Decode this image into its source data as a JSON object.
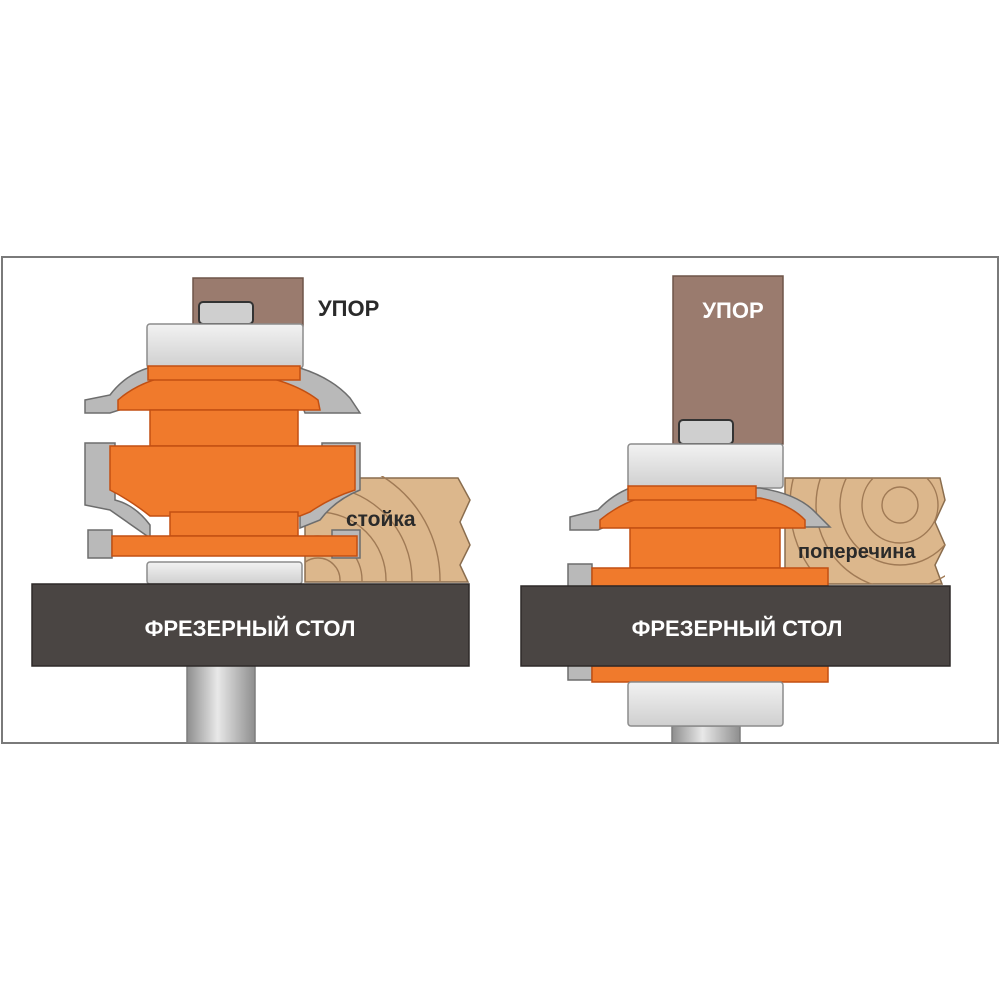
{
  "left_panel": {
    "fence_label": "УПОР",
    "workpiece_label": "стойка",
    "table_label": "ФРЕЗЕРНЫЙ СТОЛ"
  },
  "right_panel": {
    "fence_label": "УПОР",
    "workpiece_label": "поперечина",
    "table_label": "ФРЕЗЕРНЫЙ СТОЛ"
  },
  "colors": {
    "cutter": "#f07a2c",
    "cutter_outline": "#c24f12",
    "blade": "#b9b9b9",
    "bearing": "#e3e3e3",
    "fence": "#9a7b6e",
    "table": "#4a4543",
    "wood": "#dcb78c",
    "shank": "#cfcfcf"
  }
}
